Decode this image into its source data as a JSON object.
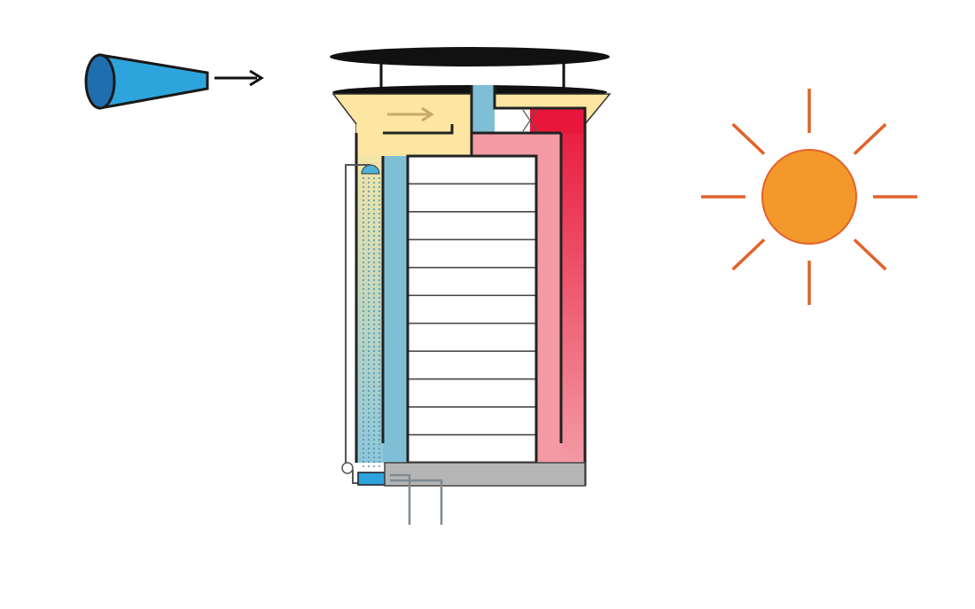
{
  "diagram": {
    "elements": [
      {
        "name": "wind-catcher-funnel",
        "icon": "cone-funnel-icon"
      },
      {
        "name": "wind-direction-arrow",
        "icon": "arrow-right-icon"
      },
      {
        "name": "rain-canopy",
        "icon": "ellipse-cap"
      },
      {
        "name": "intake-hood",
        "icon": "trapezoid-hood"
      },
      {
        "name": "building-floors",
        "count": 11
      },
      {
        "name": "cool-air-shaft"
      },
      {
        "name": "warm-air-shaft"
      },
      {
        "name": "hot-exhaust-shaft"
      },
      {
        "name": "water-spray-nozzle",
        "icon": "shower-icon"
      },
      {
        "name": "water-pump",
        "icon": "pump-circle-icon"
      },
      {
        "name": "water-basin"
      },
      {
        "name": "foundation-slab"
      },
      {
        "name": "sun",
        "icon": "sun-icon"
      }
    ]
  },
  "colors": {
    "funnel": "#2ea4dd",
    "funnel_rim": "#1a5a8c",
    "intake_air": "#fce7a0",
    "cool_air": "#7fbfd6",
    "warm_air": "#f28a95",
    "hot_air": "#e8213f",
    "floors": "#ffffff",
    "slab": "#b5b5b5",
    "water": "#2ea4dd",
    "sun_fill": "#f3982b",
    "sun_rays": "#e2622a",
    "outline": "#222222"
  }
}
